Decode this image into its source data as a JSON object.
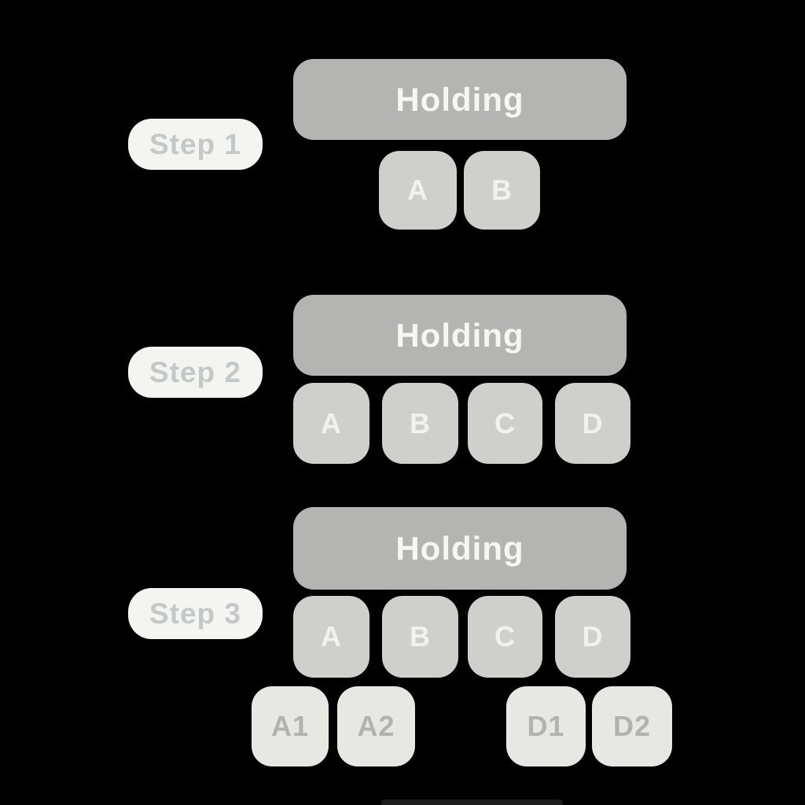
{
  "title": "Holding structure steps diagram",
  "colors": {
    "background": "#000000",
    "holding_fill": "#b4b4b2",
    "holding_text": "#f7f7f2",
    "child_fill": "#cfcfcc",
    "child_text": "#f2f2ed",
    "subchild_fill": "#e7e7e3",
    "subchild_text": "#b2b2af",
    "badge_fill": "#f4f4f0",
    "badge_text": "#c3c9c8",
    "cutoff_fill": "#1d1d1d"
  },
  "steps": [
    {
      "label": "Step 1",
      "holding_label": "Holding",
      "children": [
        "A",
        "B"
      ]
    },
    {
      "label": "Step 2",
      "holding_label": "Holding",
      "children": [
        "A",
        "B",
        "C",
        "D"
      ]
    },
    {
      "label": "Step 3",
      "holding_label": "Holding",
      "children": [
        "A",
        "B",
        "C",
        "D"
      ],
      "subchildren": [
        "A1",
        "A2",
        "D1",
        "D2"
      ]
    }
  ]
}
